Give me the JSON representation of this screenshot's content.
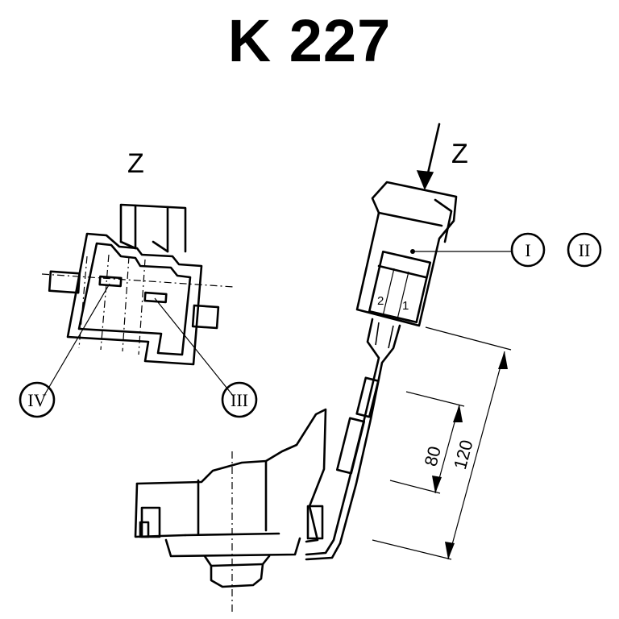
{
  "title": "K 227",
  "view_label": "Z",
  "arrow_label": "Z",
  "callouts": {
    "c1": "I",
    "c2": "II",
    "c3": "III",
    "c4": "IV"
  },
  "pins": {
    "p2": "2",
    "p1": "1"
  },
  "dimensions": {
    "short": "80",
    "long": "120"
  }
}
